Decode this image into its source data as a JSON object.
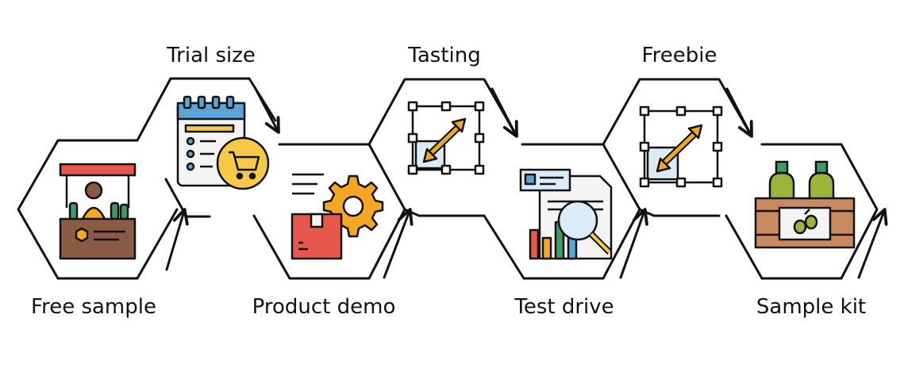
{
  "colors": {
    "line": "#111111",
    "orange": "#F5A623",
    "yellow": "#F7C948",
    "red": "#E8574B",
    "blue": "#5AA6D6",
    "lightblue": "#D9ECF8",
    "brown": "#8A5A44",
    "olive": "#9BB53A",
    "green": "#3E9A6B",
    "paper": "#F4F4F4"
  },
  "steps": [
    {
      "label": "Free sample",
      "icon": "market-stall-icon"
    },
    {
      "label": "Trial size",
      "icon": "checklist-cart-icon"
    },
    {
      "label": "Product demo",
      "icon": "box-gear-icon"
    },
    {
      "label": "Tasting",
      "icon": "resize-arrow-icon"
    },
    {
      "label": "Test drive",
      "icon": "report-magnifier-icon"
    },
    {
      "label": "Freebie",
      "icon": "resize-arrow-icon"
    },
    {
      "label": "Sample kit",
      "icon": "bottle-crate-icon"
    }
  ]
}
